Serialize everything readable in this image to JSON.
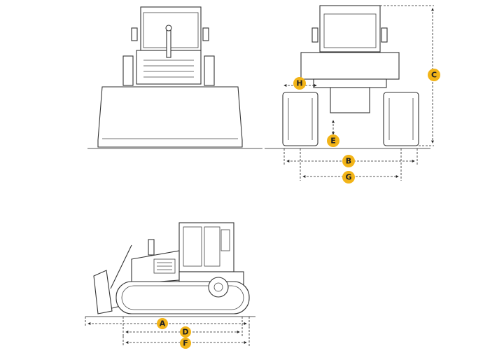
{
  "colors": {
    "badge": "#f2b418",
    "line": "#333333",
    "ground": "#555555"
  },
  "labels": {
    "A": "A",
    "B": "B",
    "C": "C",
    "D": "D",
    "E": "E",
    "F": "F",
    "G": "G",
    "H": "H"
  }
}
